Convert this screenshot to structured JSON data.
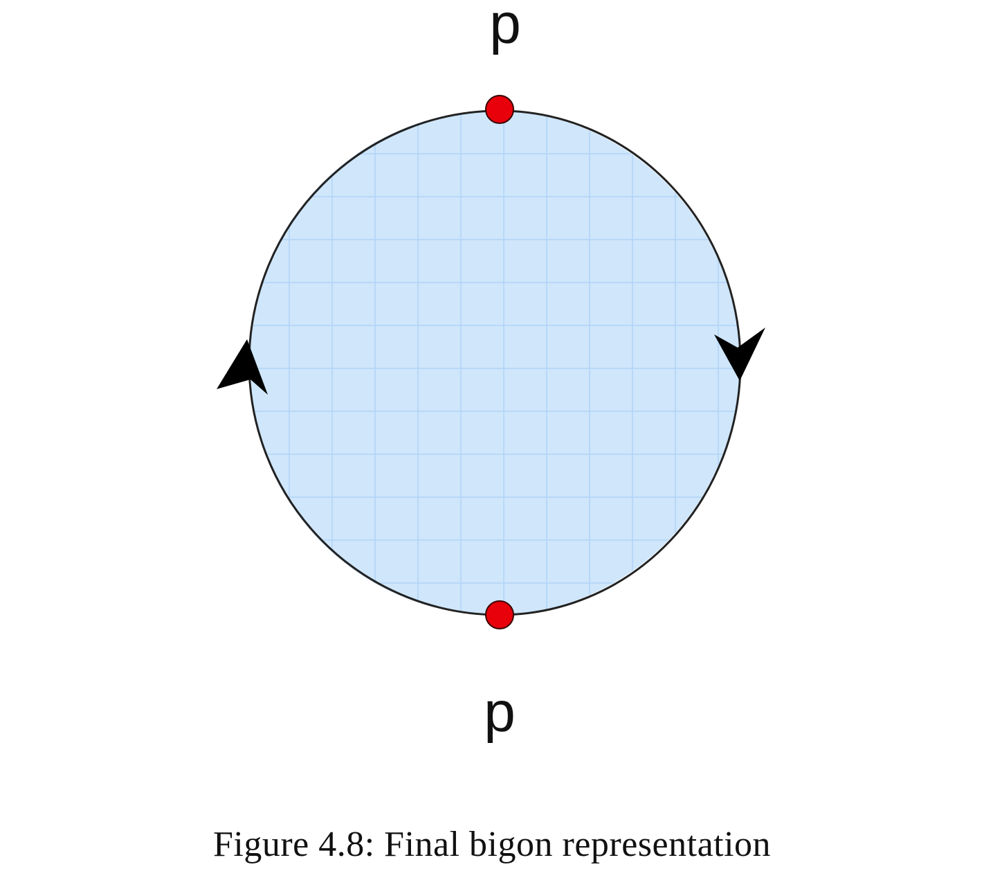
{
  "figure": {
    "top_vertex_label": "p",
    "bottom_vertex_label": "p",
    "fill_color": "#cfe6fb",
    "grid_color": "#a9d0f7",
    "edge_color": "#222222",
    "vertex_color": "#e8000b",
    "arrow_color": "#000000",
    "left_edge_arrow_direction": "up",
    "right_edge_arrow_direction": "down"
  },
  "caption": {
    "text": "Figure 4.8: Final bigon representation"
  }
}
